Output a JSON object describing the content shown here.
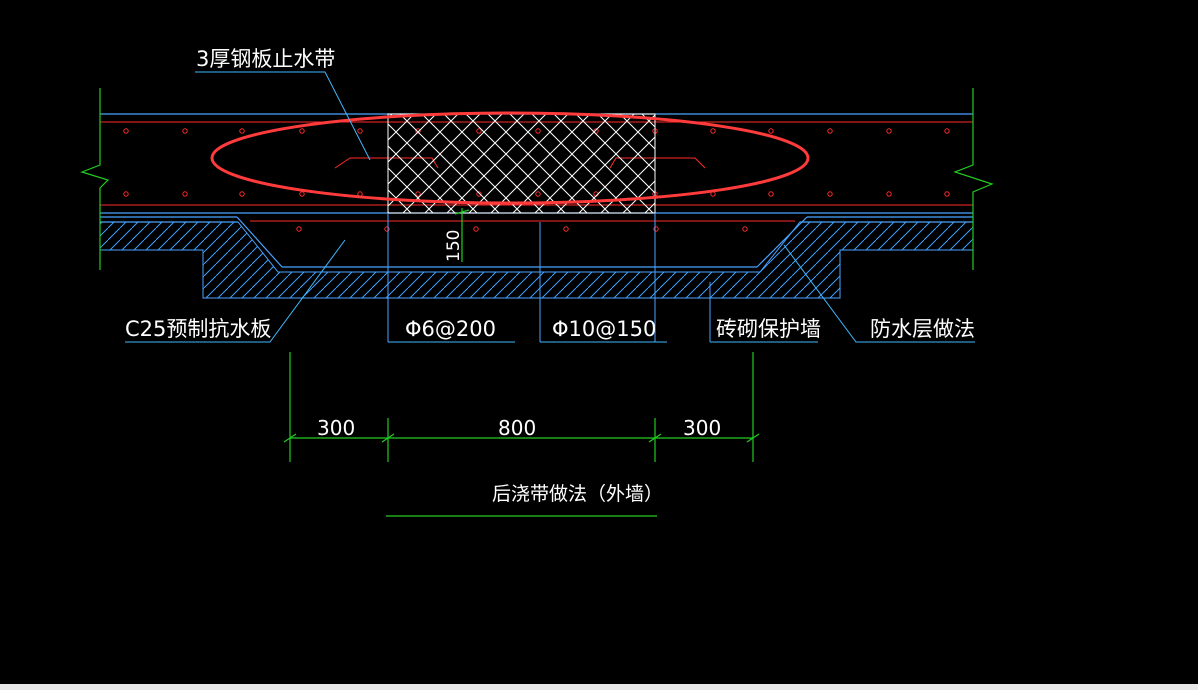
{
  "drawing": {
    "labels": {
      "waterstop": "3厚钢板止水带",
      "precast_board": "C25预制抗水板",
      "rebar_small": "Φ6@200",
      "rebar_large": "Φ10@150",
      "brick_wall": "砖砌保护墙",
      "waterproof": "防水层做法",
      "thickness": "150"
    },
    "dimensions": {
      "left": "300",
      "middle": "800",
      "right": "300"
    },
    "title": "后浇带做法（外墙）"
  },
  "colors": {
    "background": "#000000",
    "outline": "#4aa3ff",
    "rebar": "#ff2a2a",
    "highlight": "#ff3b3b",
    "dimension": "#22cc22",
    "leader": "#3fb8ff",
    "hatch": "#3fa0ff",
    "text": "#ffffff"
  }
}
